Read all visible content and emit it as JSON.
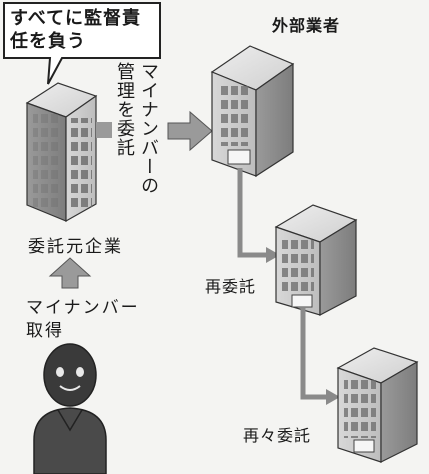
{
  "callout": {
    "text": "すべてに監督責任を負う"
  },
  "vendors_heading": "外部業者",
  "delegation_label": "マイナンバーの管理を委託",
  "client_label": "委託元企業",
  "acquisition_label": "マイナンバー取得",
  "resubcontract_label": "再委託",
  "reresubcontract_label": "再々委託"
}
